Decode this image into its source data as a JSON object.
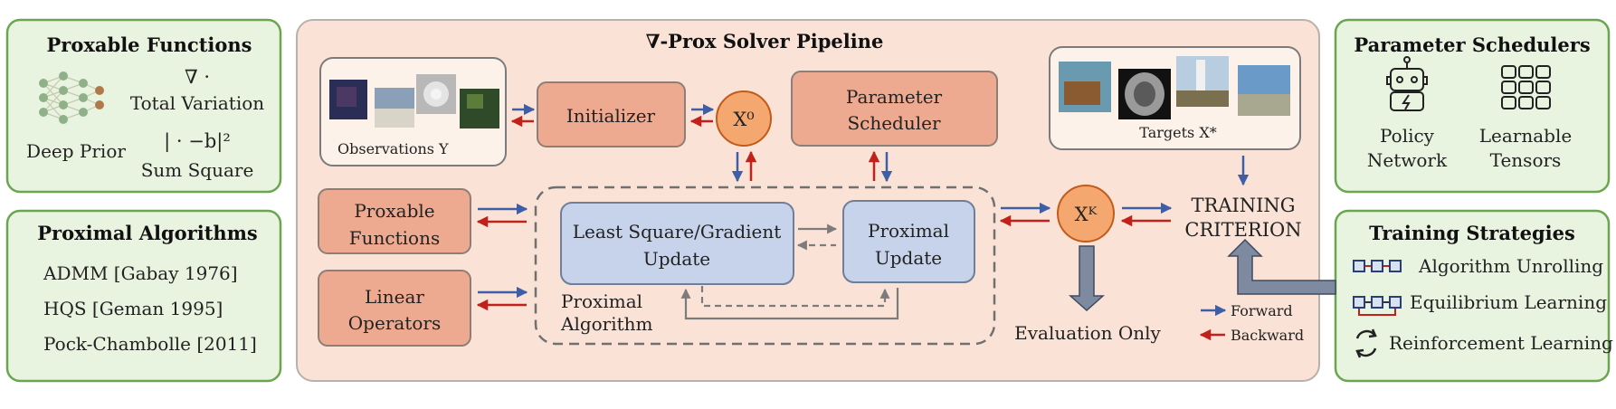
{
  "panels": {
    "proxable": {
      "title": "Proxable Functions",
      "deep_prior": "Deep Prior",
      "tv_symbol": "∇ ·",
      "tv_label": "Total Variation",
      "ss_symbol": "| · −b|²",
      "ss_label": "Sum Square"
    },
    "proximal_algorithms": {
      "title": "Proximal Algorithms",
      "items": [
        "ADMM [Gabay 1976]",
        "HQS [Geman 1995]",
        "Pock-Chambolle [2011]"
      ]
    },
    "schedulers": {
      "title": "Parameter Schedulers",
      "policy": [
        "Policy",
        "Network"
      ],
      "learnable": [
        "Learnable",
        "Tensors"
      ]
    },
    "training": {
      "title": "Training Strategies",
      "items": [
        "Algorithm Unrolling",
        "Equilibrium Learning",
        "Reinforcement Learning"
      ]
    }
  },
  "pipeline": {
    "title": "∇-Prox Solver Pipeline",
    "observations": "Observations Y",
    "targets": "Targets X*",
    "initializer": "Initializer",
    "x0": "X⁰",
    "param_scheduler": [
      "Parameter",
      "Scheduler"
    ],
    "proxable_functions": [
      "Proxable",
      "Functions"
    ],
    "linear_operators": [
      "Linear",
      "Operators"
    ],
    "least_square": [
      "Least Square/Gradient",
      "Update"
    ],
    "proximal_update": [
      "Proximal",
      "Update"
    ],
    "proximal_algorithm": [
      "Proximal",
      "Algorithm"
    ],
    "xk": "Xᴷ",
    "training_criterion": [
      "TRAINING",
      "CRITERION"
    ],
    "evaluation_only": "Evaluation Only",
    "legend": {
      "forward": "Forward",
      "backward": "Backward"
    }
  },
  "colors": {
    "green_panel": "#e8f3e0",
    "main_panel": "#fae3d6",
    "orange_box": "#eeaa90",
    "blue_box": "#c6d3ea",
    "forward": "#3f5ea8",
    "backward": "#c0211a"
  }
}
